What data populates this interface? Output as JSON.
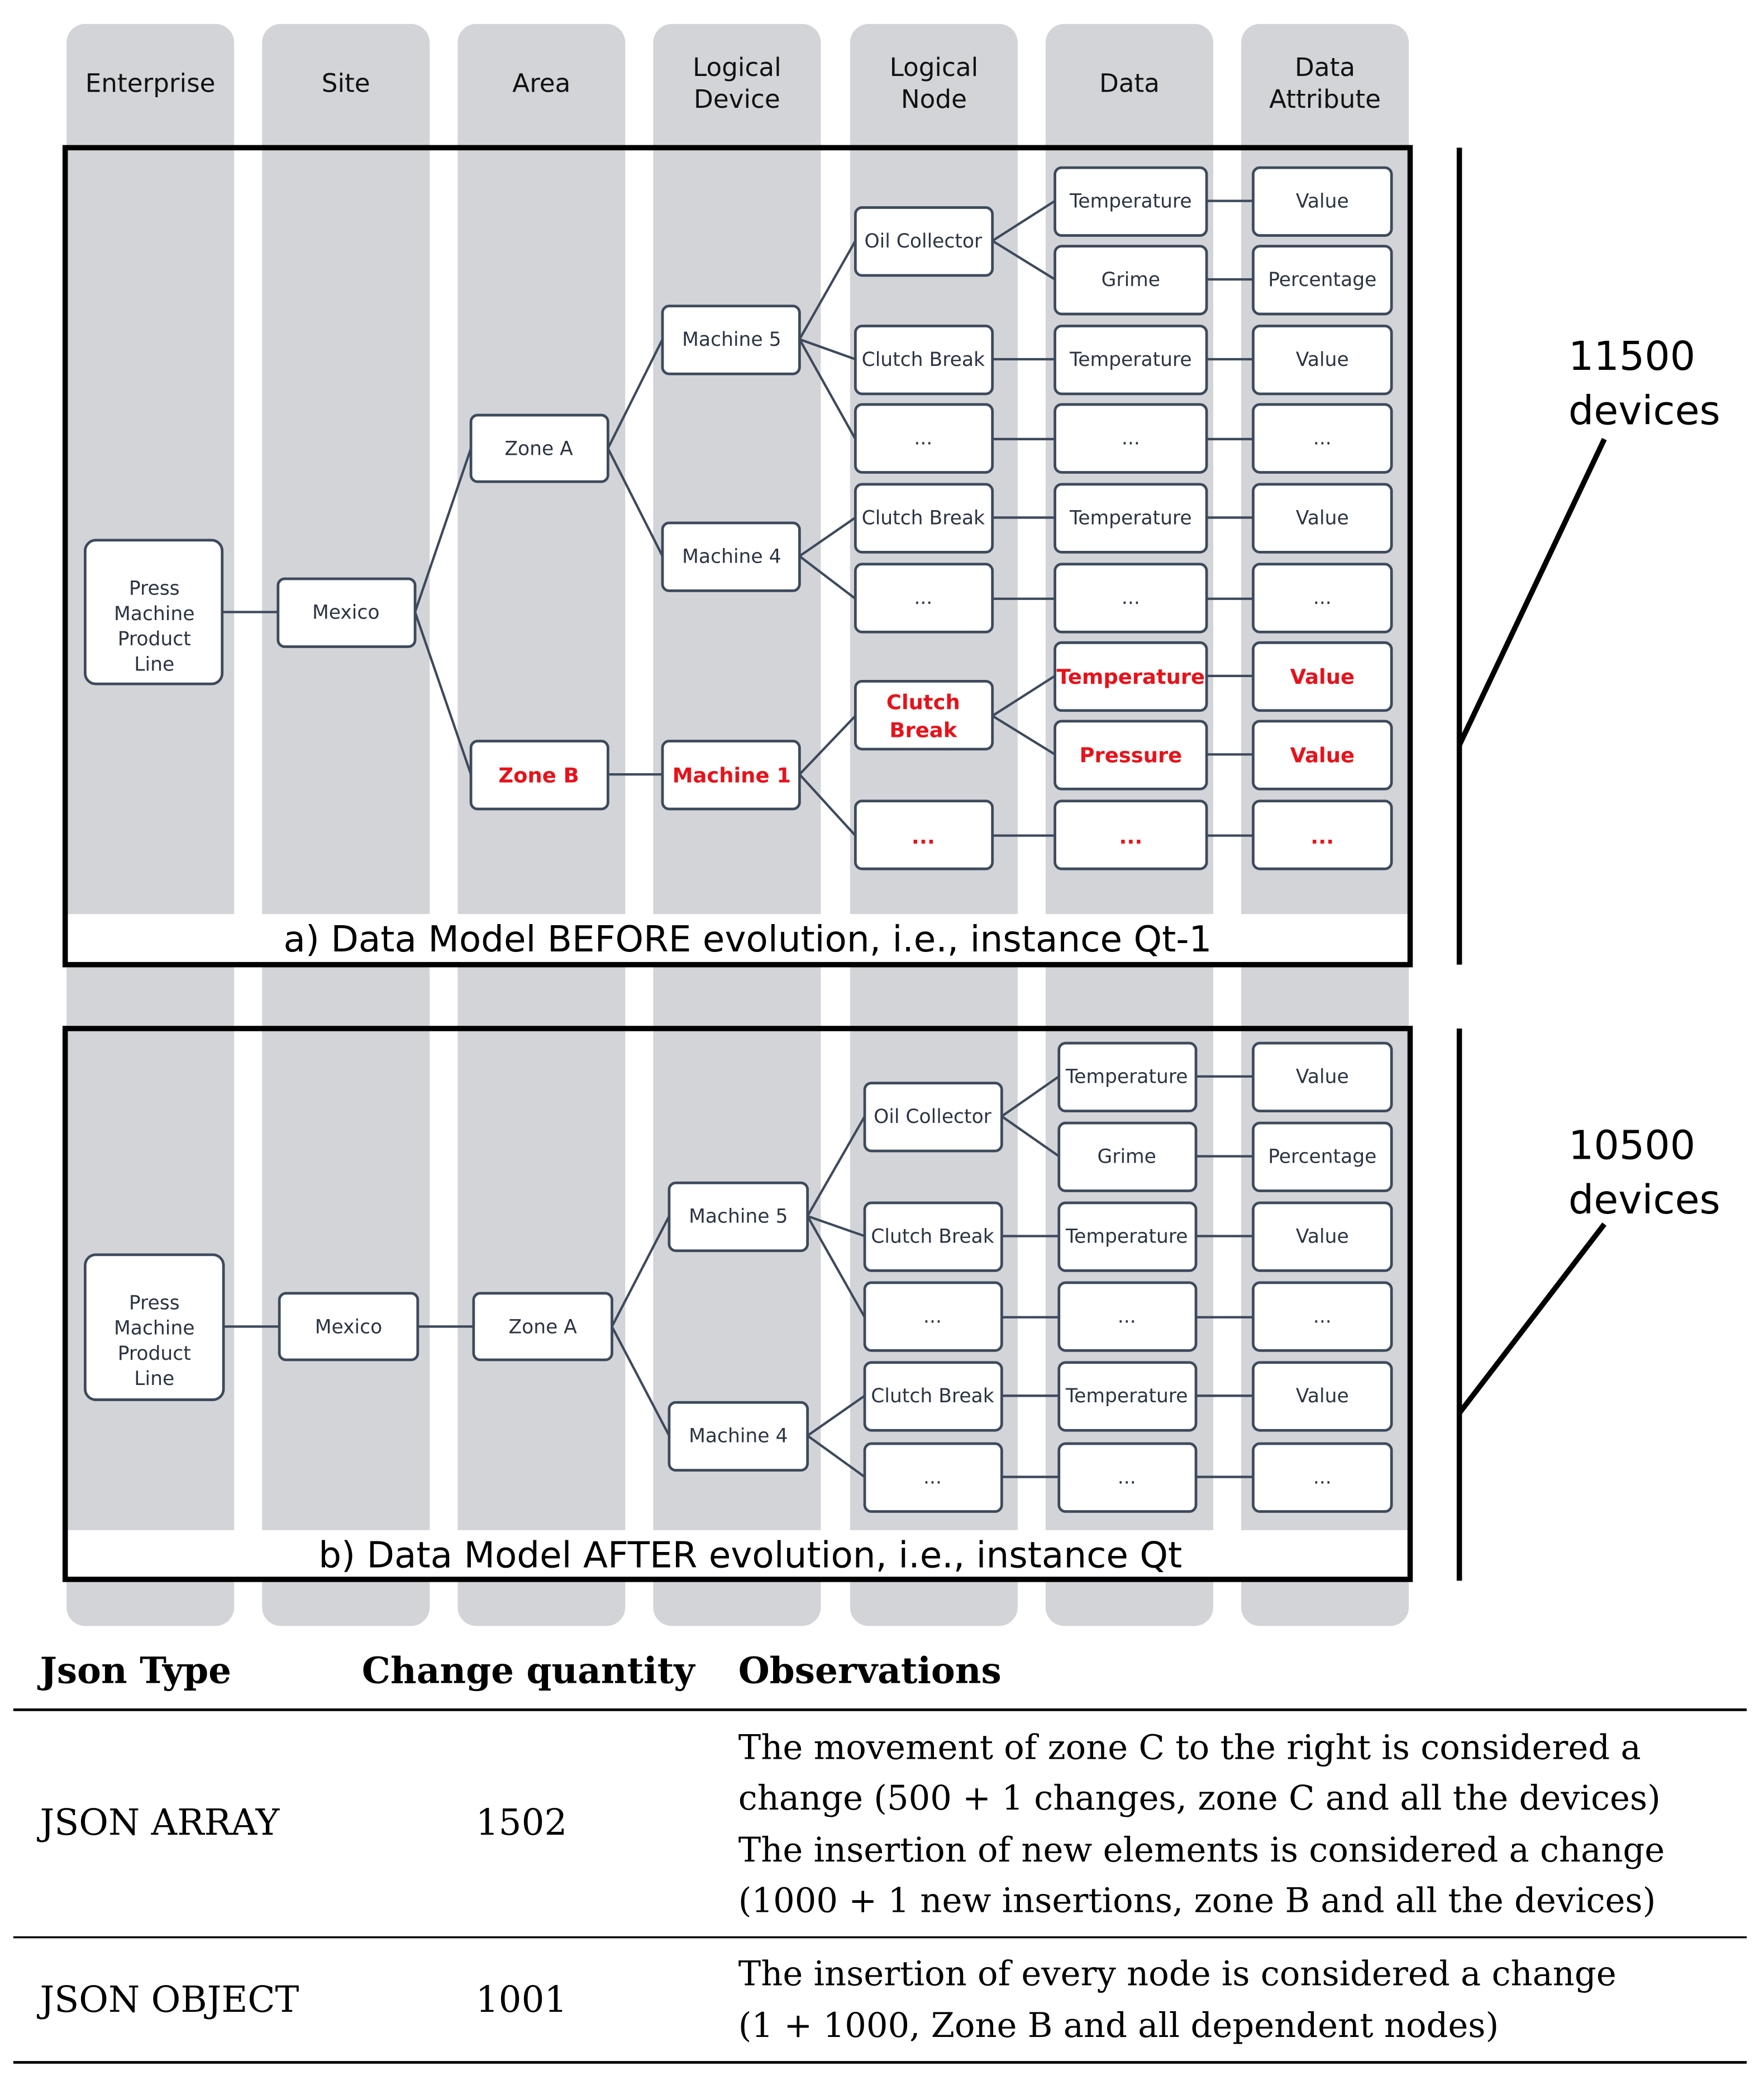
{
  "columns": [
    "Enterprise",
    "Site",
    "Area",
    "Logical Device",
    "Logical Node",
    "Data",
    "Data Attribute"
  ],
  "diagram": {
    "panel_a": {
      "caption": "a) Data Model BEFORE evolution, i.e., instance Qt-1",
      "devices_count": "11500",
      "devices_label": "devices",
      "enterprise": "Press Machine Product Line",
      "site": "Mexico",
      "zone_a": "Zone A",
      "zone_b": "Zone B",
      "machine_5": "Machine 5",
      "machine_4": "Machine 4",
      "machine_1": "Machine 1",
      "oil_collector": "Oil Collector",
      "clutch_break": "Clutch Break",
      "clutch_break_red": "Clutch Break",
      "ellipsis": "...",
      "temperature": "Temperature",
      "grime": "Grime",
      "pressure": "Pressure",
      "value": "Value",
      "percentage": "Percentage",
      "highlight_color": "#e8121a"
    },
    "panel_b": {
      "caption": "b) Data Model AFTER evolution, i.e., instance Qt",
      "devices_count": "10500",
      "devices_label": "devices",
      "enterprise": "Press Machine Product Line",
      "site": "Mexico",
      "zone_a": "Zone A",
      "machine_5": "Machine 5",
      "machine_4": "Machine 4",
      "oil_collector": "Oil Collector",
      "clutch_break": "Clutch Break",
      "ellipsis": "...",
      "temperature": "Temperature",
      "grime": "Grime",
      "value": "Value",
      "percentage": "Percentage"
    }
  },
  "table": {
    "headers": [
      "Json Type",
      "Change quantity",
      "Observations"
    ],
    "rows": [
      {
        "type": "JSON ARRAY",
        "quantity": "1502",
        "observations": [
          "The movement of zone C to the right is considered a",
          "change (500 + 1 changes, zone C and all the devices)",
          "The insertion of new elements is considered a change",
          "(1000 + 1 new insertions, zone B and all the devices)"
        ]
      },
      {
        "type": "JSON OBJECT",
        "quantity": "1001",
        "observations": [
          "The insertion of every node is considered a change",
          "(1 + 1000, Zone B and all dependent nodes)"
        ]
      }
    ]
  }
}
